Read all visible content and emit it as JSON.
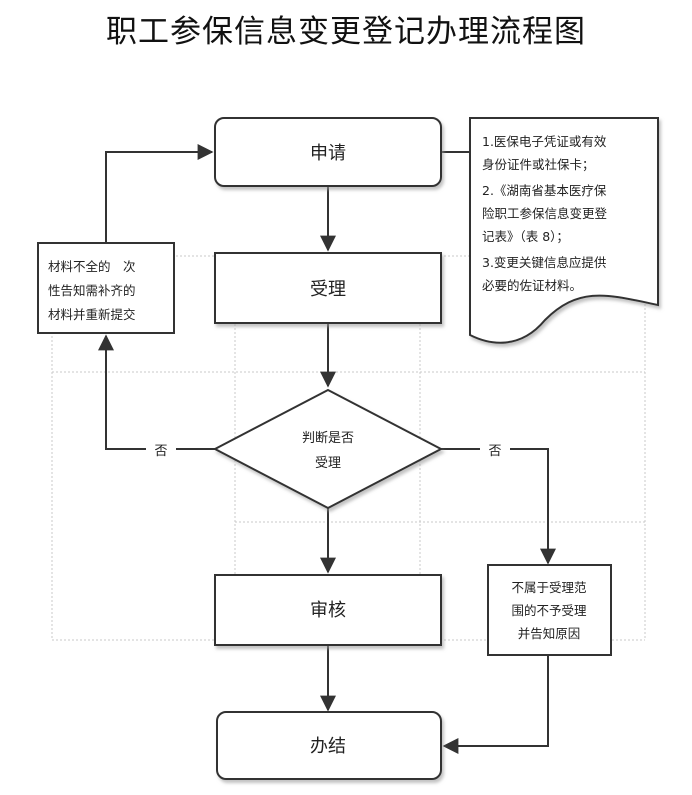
{
  "title": "职工参保信息变更登记办理流程图",
  "nodes": {
    "apply": "申请",
    "accept": "受理",
    "decision_line1": "判断是否",
    "decision_line2": "受理",
    "review": "审核",
    "finish": "办结",
    "incomplete": [
      "材料不全的　次",
      "性告知需补齐的",
      "材料并重新提交"
    ],
    "reject": [
      "不属于受理范",
      "围的不予受理",
      "并告知原因"
    ]
  },
  "edge_labels": {
    "left_no": "否",
    "right_no": "否"
  },
  "note": {
    "lines": [
      "1.医保电子凭证或有效",
      "身份证件或社保卡；",
      "2.《湖南省基本医疗保",
      "险职工参保信息变更登",
      "记表》（表 8）；",
      "3.变更关键信息应提供",
      "必要的佐证材料。"
    ]
  }
}
